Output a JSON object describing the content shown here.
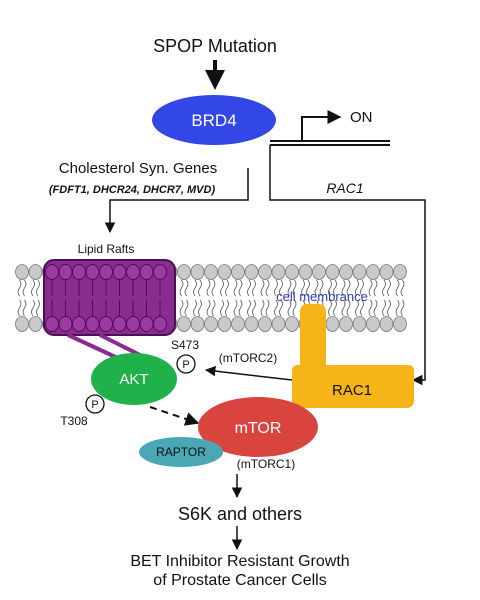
{
  "labels": {
    "spop": "SPOP Mutation",
    "brd4": "BRD4",
    "on": "ON",
    "chol_genes": "Cholesterol Syn. Genes",
    "chol_list": "(FDFT1, DHCR24, DHCR7, MVD)",
    "rac1_gene": "RAC1",
    "lipid_rafts": "Lipid Rafts",
    "cell_membrane": "cell membrance",
    "s473": "S473",
    "mtorc2": "(mTORC2)",
    "p_top": "P",
    "p_bottom": "P",
    "akt": "AKT",
    "rac1_protein": "RAC1",
    "t308": "T308",
    "mtor": "mTOR",
    "raptor": "RAPTOR",
    "mtorc1": "(mTORC1)",
    "s6k": "S6K and others",
    "outcome_line1": "BET Inhibitor Resistant Growth",
    "outcome_line2": "of Prostate Cancer Cells"
  },
  "colors": {
    "brd4": "#3346e6",
    "lipid_raft": "#8a2b8f",
    "lipid_raft_outline": "#4a0f55",
    "akt": "#1fb14a",
    "mtor": "#d9443f",
    "raptor": "#4aa7b5",
    "rac1": "#f6b418",
    "membrane_head": "#c9c9c9",
    "membrane_label": "#2f3ab0"
  }
}
